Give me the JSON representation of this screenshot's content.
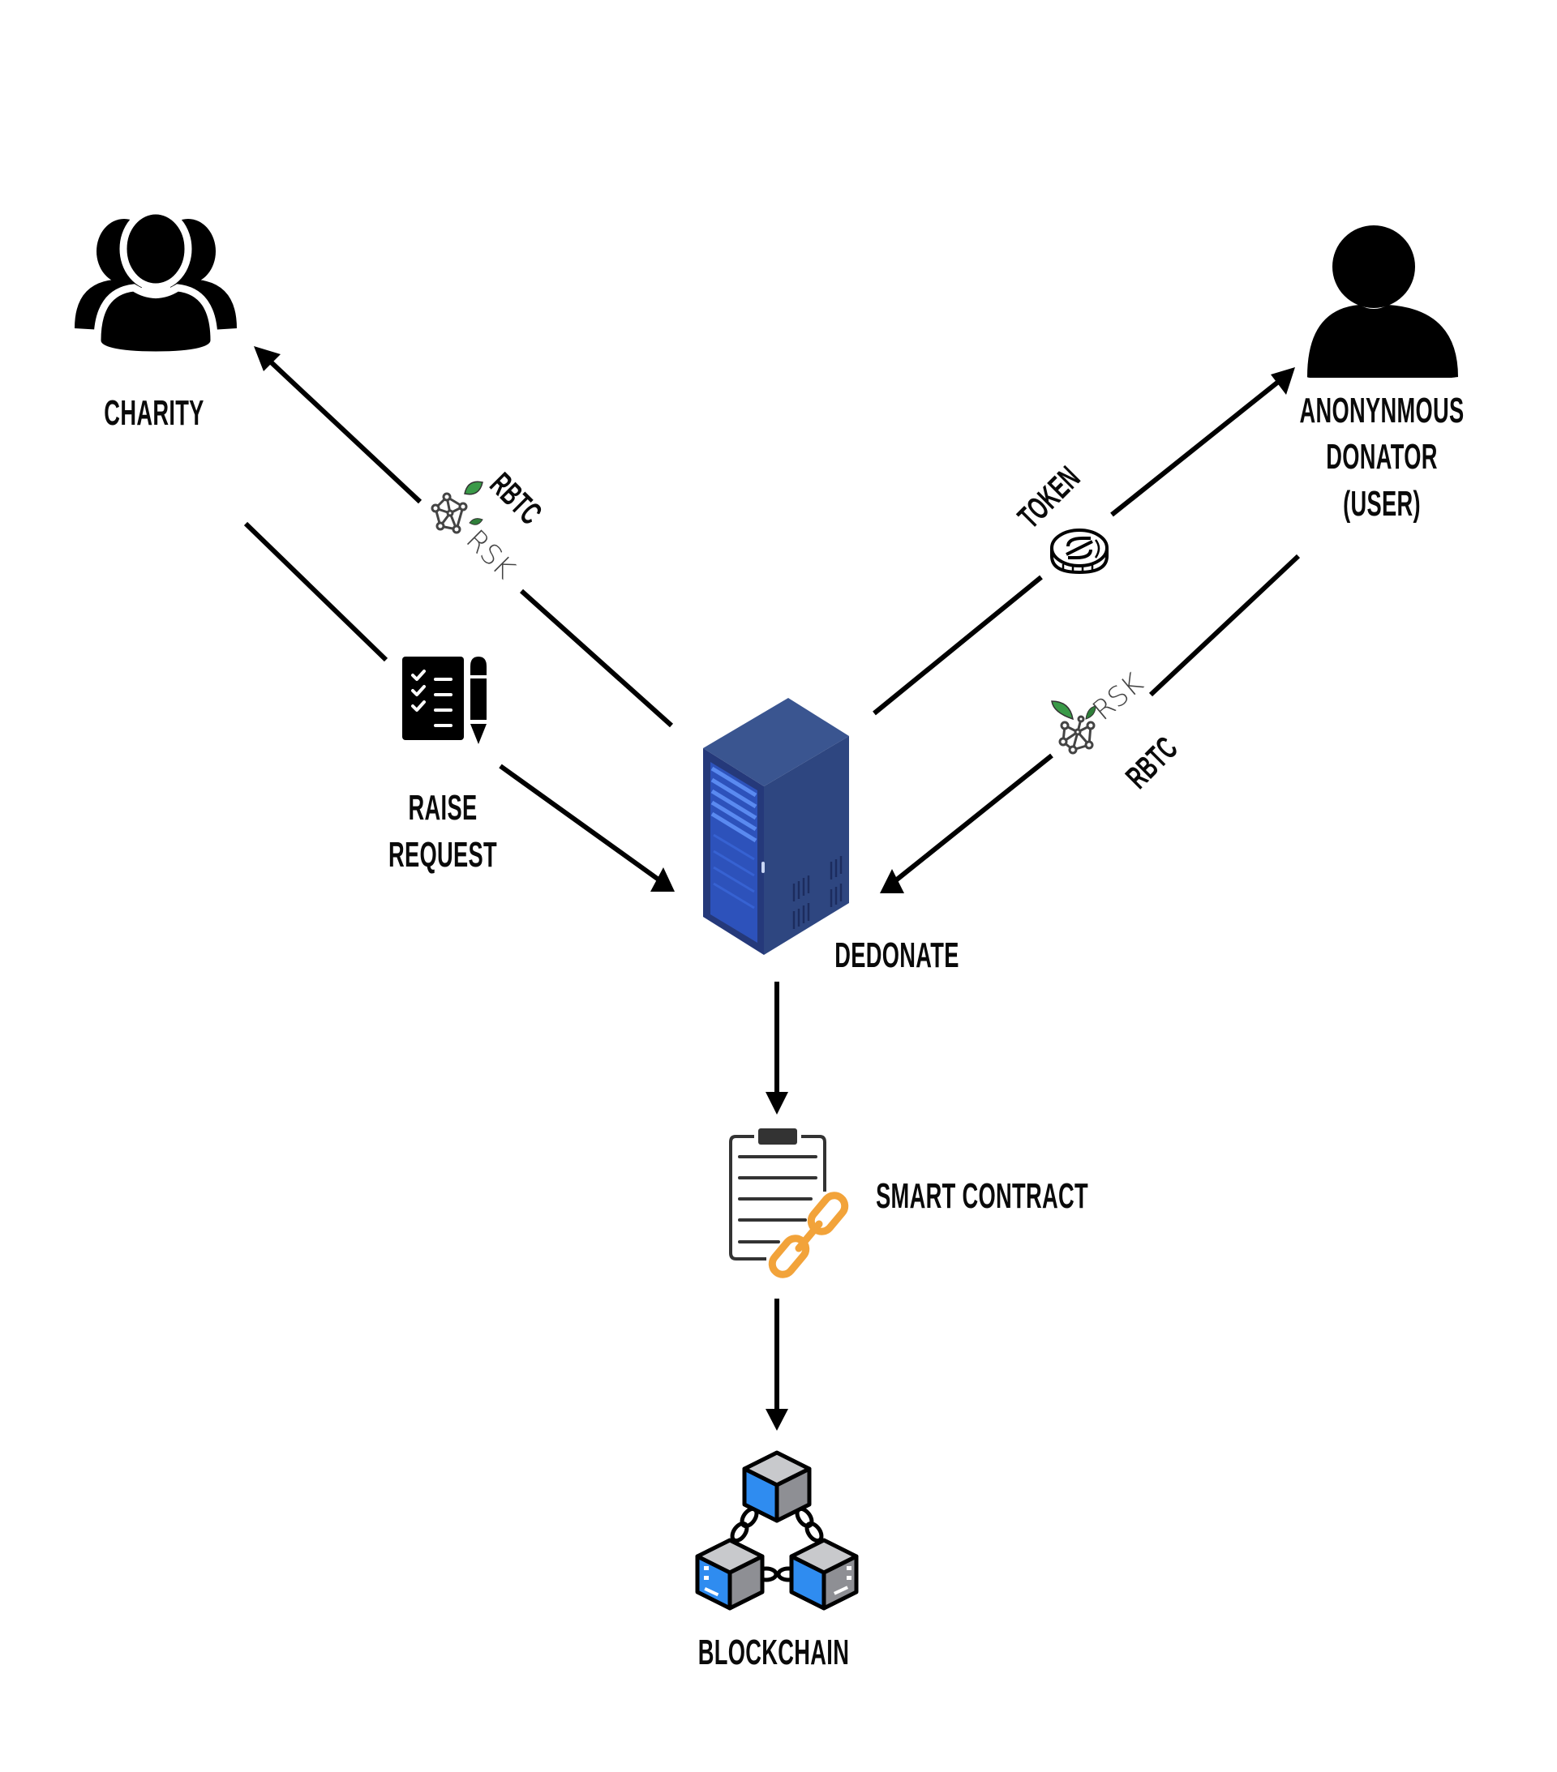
{
  "diagram": {
    "nodes": {
      "charity": {
        "label": "CHARITY",
        "icon": "group-of-people-icon"
      },
      "donator": {
        "label_lines": [
          "ANONYNMOUS",
          "DONATOR",
          "(USER)"
        ],
        "icon": "person-icon"
      },
      "raise_request": {
        "label_lines": [
          "RAISE",
          "REQUEST"
        ],
        "icon": "checklist-with-pencil-icon"
      },
      "dedonate": {
        "label": "DEDONATE",
        "icon": "server-rack-icon"
      },
      "smart_contract": {
        "label": "SMART CONTRACT",
        "icon": "clipboard-with-chain-icon"
      },
      "blockchain": {
        "label": "BLOCKCHAIN",
        "icon": "linked-blocks-icon"
      }
    },
    "edges": {
      "dedonate_to_charity": {
        "label": "RBTC",
        "badge": "RSK",
        "badge_icon": "rsk-logo-icon"
      },
      "charity_to_dedonate": {
        "label": "RAISE REQUEST"
      },
      "dedonate_to_donator": {
        "label": "TOKEN",
        "badge_icon": "coin-token-icon"
      },
      "donator_to_dedonate": {
        "label": "RBTC",
        "badge": "RSK",
        "badge_icon": "rsk-logo-icon"
      },
      "dedonate_to_smart_contract": {
        "label": ""
      },
      "smart_contract_to_blockchain": {
        "label": ""
      }
    },
    "colors": {
      "line": "#000000",
      "server_blue": "#2d4178",
      "server_light": "#3b5ea8",
      "chain_orange": "#f2a33a",
      "rsk_green": "#3a9a48",
      "block_blue": "#2f8cf0",
      "block_gray": "#9a9ba0"
    }
  }
}
